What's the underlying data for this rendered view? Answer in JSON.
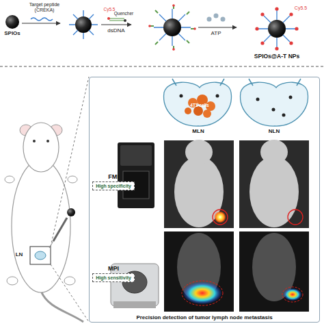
{
  "diagram": {
    "nodes": [
      {
        "text": [
          "Precision detection of tumor lymph node metastasis"
        ]
      },
      {
        "text": [
          "FMI",
          "High specificity"
        ],
        "in": 0
      },
      {
        "text": [
          "MPI",
          "High sensitivity"
        ],
        "in": 0
      }
    ],
    "labels": [
      "SPIOs",
      "Target peptide (CREKA)",
      "Cy5.5",
      "Quencher",
      "dsDNA",
      "ATP",
      "Cy5.5",
      "SPIOs@A-T NPs",
      "LN",
      "4T1 cells",
      "MLN",
      "NLN"
    ]
  }
}
